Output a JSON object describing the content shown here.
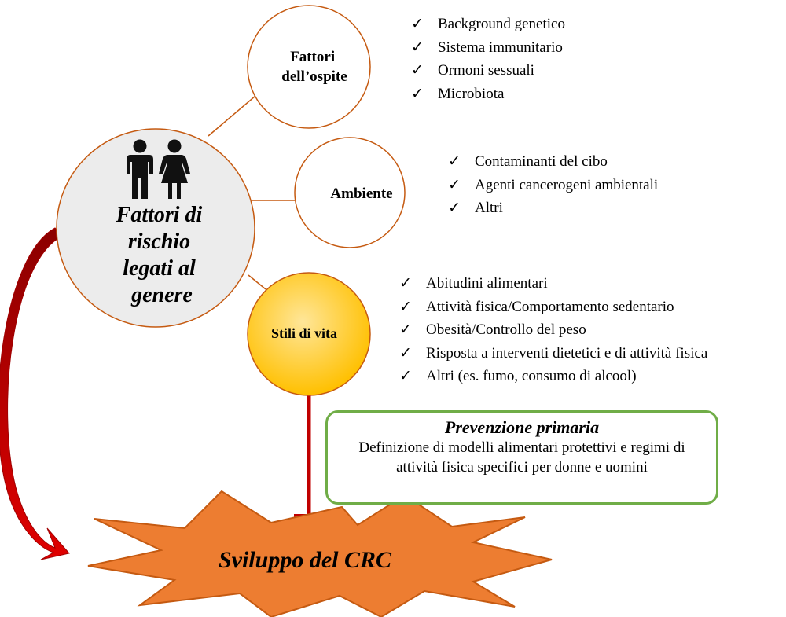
{
  "center": {
    "title_lines": [
      "Fattori di",
      "rischio",
      "legati al",
      "genere"
    ],
    "icon": "man-woman-icon"
  },
  "nodes": {
    "host": {
      "label_lines": [
        "Fattori",
        "dell’ospite"
      ]
    },
    "environment": {
      "label": "Ambiente"
    },
    "lifestyle": {
      "label": "Stili di vita"
    }
  },
  "host_factors": [
    "Background genetico",
    "Sistema immunitario",
    "Ormoni sessuali",
    "Microbiota"
  ],
  "environment_factors": [
    "Contaminanti del cibo",
    "Agenti cancerogeni ambientali",
    "Altri"
  ],
  "lifestyle_factors": [
    "Abitudini alimentari",
    "Attività fisica/Comportamento sedentario",
    "Obesità/Controllo del peso",
    "Risposta a interventi dietetici e di attività fisica",
    "Altri (es. fumo, consumo di alcool)"
  ],
  "check_symbol": "✓",
  "prevention": {
    "title": "Prevenzione primaria",
    "body": "Definizione di modelli alimentari protettivi e regimi di attività fisica specifici per donne e uomini"
  },
  "outcome": {
    "label": "Sviluppo del CRC"
  },
  "colors": {
    "circle_border": "#c55a11",
    "center_fill": "#ececec",
    "lifestyle_fill_light": "#ffe699",
    "lifestyle_fill": "#ffc000",
    "arrow": "#c00000",
    "burst_fill": "#ed7d31",
    "burst_stroke": "#c55a11",
    "prevention_border": "#70ad47"
  }
}
